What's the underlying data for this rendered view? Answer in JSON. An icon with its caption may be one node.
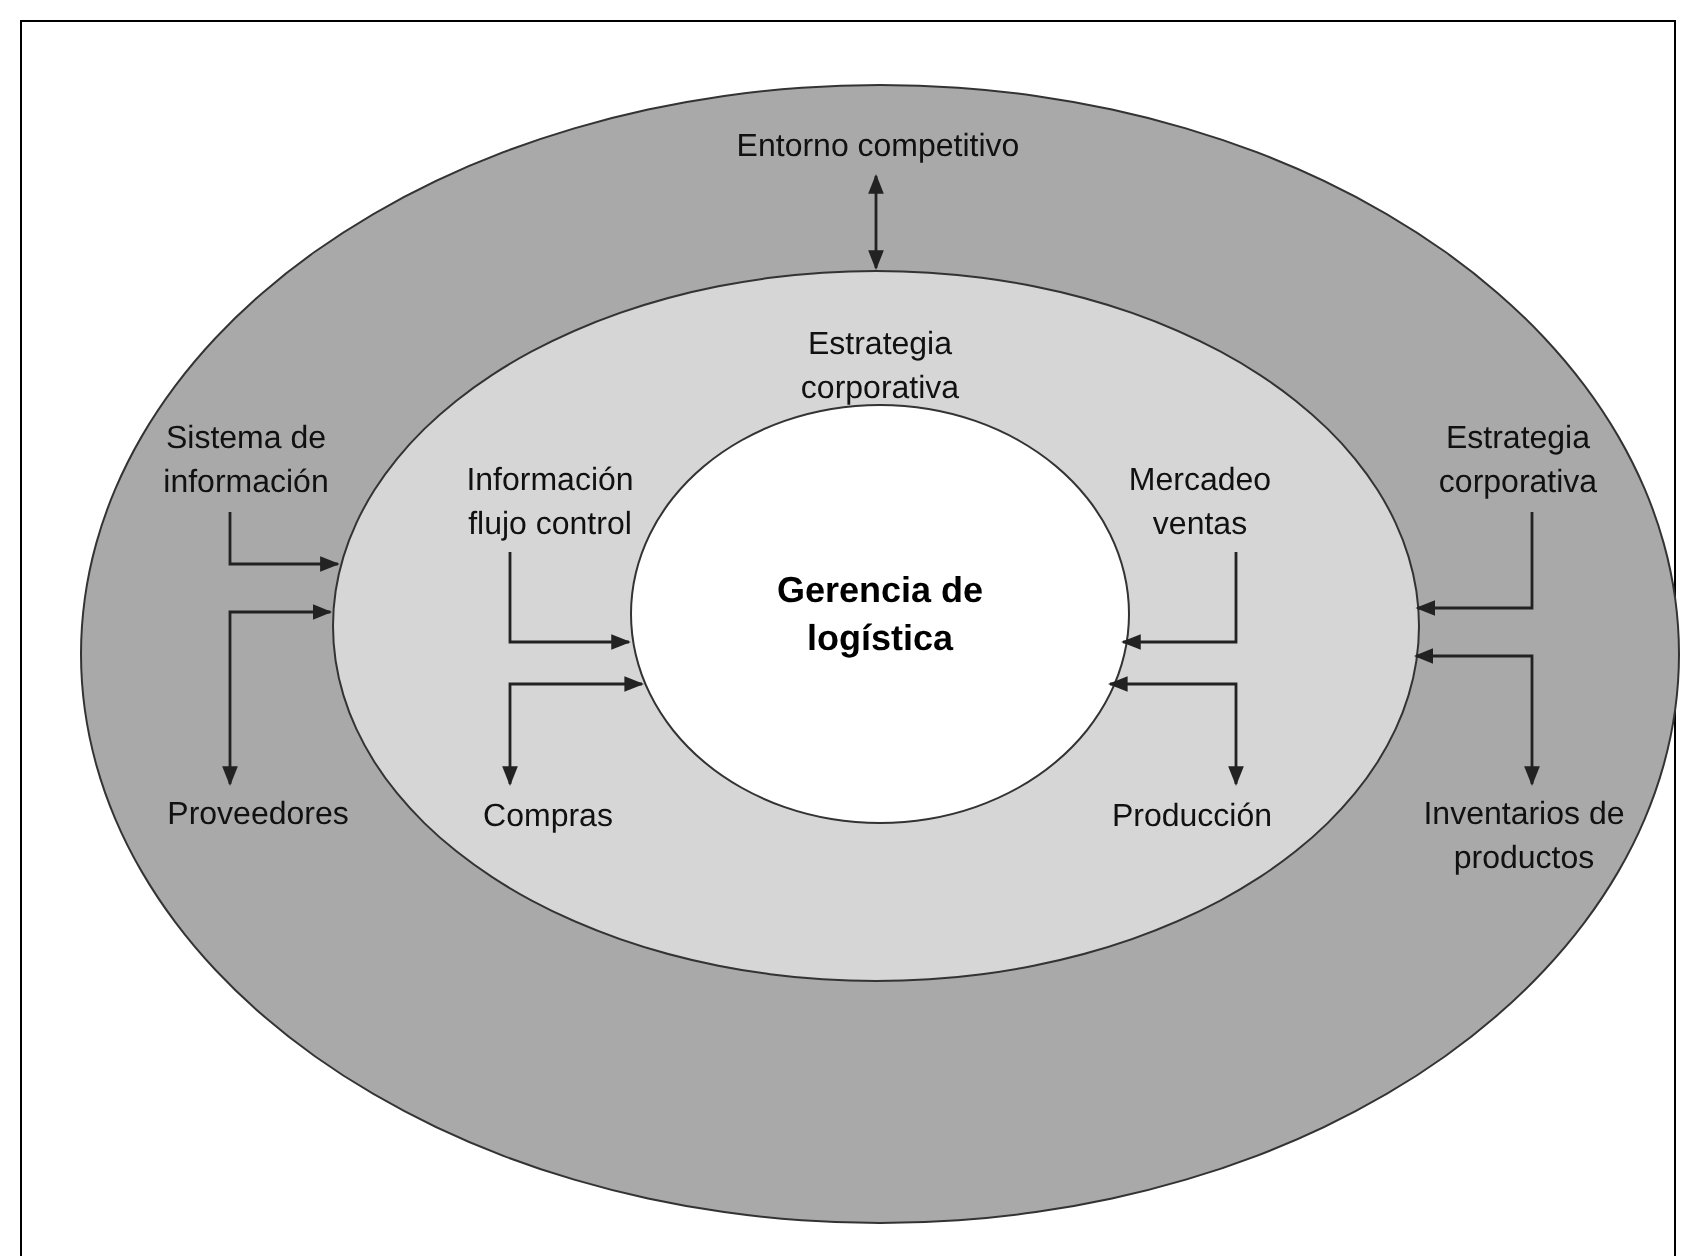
{
  "diagram": {
    "nodes": [
      {
        "text": [],
        "shape": "ellipse"
      },
      {
        "text": [
          "Entorno competitivo"
        ],
        "in": 0
      },
      {
        "text": [
          "Sistema de información"
        ],
        "in": 0
      },
      {
        "text": [
          "Proveedores"
        ],
        "in": 0
      },
      {
        "text": [
          "Estrategia corporativa"
        ],
        "in": 0
      },
      {
        "text": [
          "Inventarios de productos"
        ],
        "in": 0
      },
      {
        "text": [],
        "shape": "ellipse",
        "in": 0
      },
      {
        "text": [
          "Estrategia corporativa"
        ],
        "in": 6
      },
      {
        "text": [
          "Información flujo control"
        ],
        "in": 6
      },
      {
        "text": [
          "Compras"
        ],
        "in": 6
      },
      {
        "text": [
          "Mercadeo ventas"
        ],
        "in": 6
      },
      {
        "text": [
          "Producción"
        ],
        "in": 6
      },
      {
        "text": [
          "Gerencia de logística"
        ],
        "in": 6
      }
    ],
    "edges": [
      {
        "from": 1,
        "to": 6,
        "arrow": "both"
      },
      {
        "from": 2,
        "to": 6,
        "arrow": "to"
      },
      {
        "from": 6,
        "to": 3,
        "arrow": "both"
      },
      {
        "from": 8,
        "to": 12,
        "arrow": "to"
      },
      {
        "from": 12,
        "to": 9,
        "arrow": "both"
      },
      {
        "from": 10,
        "to": 12,
        "arrow": "to"
      },
      {
        "from": 12,
        "to": 11,
        "arrow": "both"
      },
      {
        "from": 4,
        "to": 6,
        "arrow": "to"
      },
      {
        "from": 6,
        "to": 5,
        "arrow": "both"
      }
    ]
  }
}
